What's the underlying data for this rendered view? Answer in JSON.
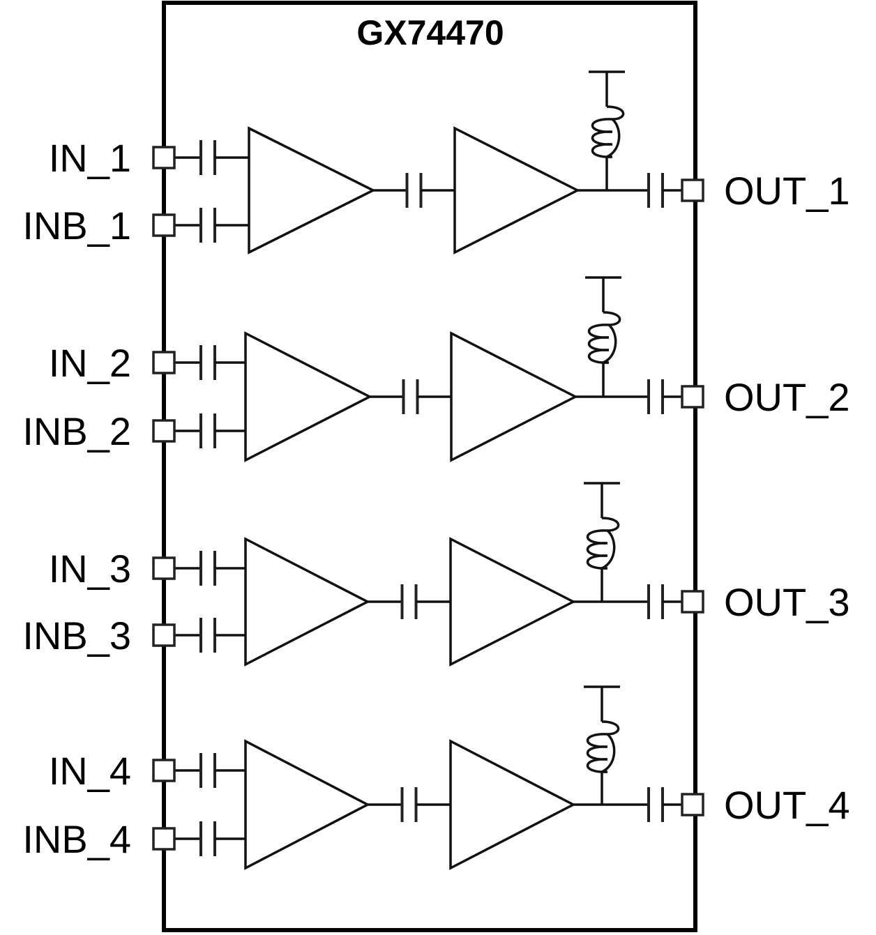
{
  "chip": {
    "part_number": "GX74470"
  },
  "channels": [
    {
      "in_label": "IN_1",
      "inb_label": "INB_1",
      "out_label": "OUT_1"
    },
    {
      "in_label": "IN_2",
      "inb_label": "INB_2",
      "out_label": "OUT_2"
    },
    {
      "in_label": "IN_3",
      "inb_label": "INB_3",
      "out_label": "OUT_3"
    },
    {
      "in_label": "IN_4",
      "inb_label": "INB_4",
      "out_label": "OUT_4"
    }
  ],
  "components_per_channel": [
    "input-coupling-capacitor",
    "input-coupling-capacitor",
    "differential-input-amplifier",
    "interstage-coupling-capacitor",
    "output-amplifier",
    "bias-inductor-to-supply",
    "output-coupling-capacitor"
  ],
  "colors": {
    "line": "#000000",
    "background": "#ffffff"
  }
}
